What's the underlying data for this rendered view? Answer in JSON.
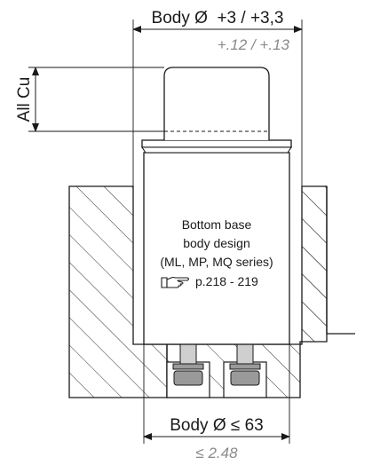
{
  "top_dimension": {
    "label": "Body Ø  +3 / +3,3",
    "sub_label": "+.12 / +.13"
  },
  "bottom_dimension": {
    "label": "Body Ø ≤ 63",
    "sub_label": "≤ 2.48"
  },
  "side_dimension": {
    "label": "All Cu"
  },
  "note": {
    "lines": [
      "Bottom base",
      "body design",
      "(ML, MP, MQ series)"
    ],
    "reference": "p.218 - 219",
    "icon": "pointing-hand-icon"
  },
  "colors": {
    "line": "#1a1a1a",
    "terminal_fill": "#9a9a9a",
    "terminal_light": "#cfcfcf",
    "sub_text": "#8a8a8a"
  }
}
